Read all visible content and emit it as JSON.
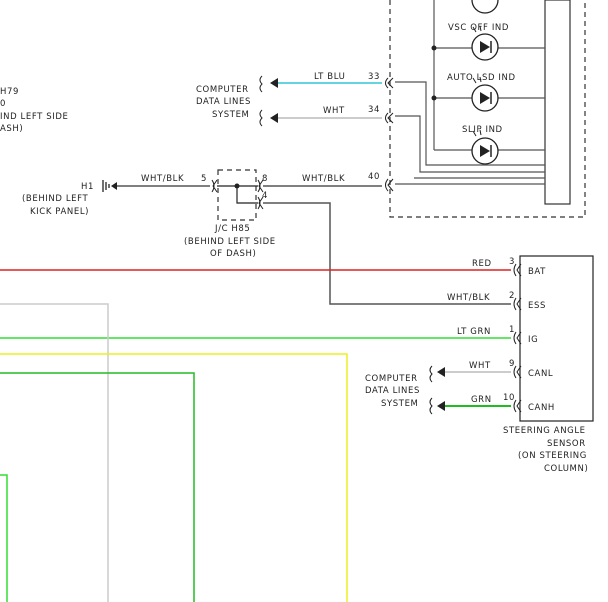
{
  "indicators": {
    "vsc_off": "VSC OFF IND",
    "auto_lsd": "AUTO LSD IND",
    "slip": "SLIP IND"
  },
  "left_partial": {
    "line1": "H79",
    "line2": "0",
    "line3": "IND LEFT SIDE",
    "line4": "ASH)"
  },
  "computer_data_top": {
    "line1": "COMPUTER",
    "line2": "DATA LINES",
    "line3": "SYSTEM"
  },
  "wires_top": [
    {
      "color_label": "LT BLU",
      "pin": "33",
      "color": "#33c6d6"
    },
    {
      "color_label": "WHT",
      "pin": "34",
      "color": "#bbbbbb"
    },
    {
      "color_label": "WHT/BLK",
      "pin": "40",
      "color": "#555555"
    }
  ],
  "ground_h1": {
    "label": "H1",
    "line2": "(BEHIND LEFT",
    "line3": "KICK PANEL)"
  },
  "wire_h1": {
    "color_label": "WHT/BLK",
    "pin_in": "5",
    "pin_out_top": "8",
    "pin_out_bottom": "4"
  },
  "jc": {
    "label": "J/C H85",
    "line2": "(BEHIND LEFT SIDE",
    "line3": "OF DASH)"
  },
  "sensor_pins": [
    {
      "wire": "RED",
      "pin": "3",
      "name": "BAT",
      "color": "#dd2222"
    },
    {
      "wire": "WHT/BLK",
      "pin": "2",
      "name": "ESS",
      "color": "#555555"
    },
    {
      "wire": "LT GRN",
      "pin": "1",
      "name": "IG",
      "color": "#33dd33"
    },
    {
      "wire": "WHT",
      "pin": "9",
      "name": "CANL",
      "color": "#bbbbbb"
    },
    {
      "wire": "GRN",
      "pin": "10",
      "name": "CANH",
      "color": "#22bb22"
    }
  ],
  "computer_data_bottom": {
    "line1": "COMPUTER",
    "line2": "DATA LINES",
    "line3": "SYSTEM"
  },
  "sensor": {
    "line1": "STEERING ANGLE",
    "line2": "SENSOR",
    "line3": "(ON STEERING",
    "line4": "COLUMN)"
  },
  "colors": {
    "red": "#dd2222",
    "lt_grn": "#33dd33",
    "grn": "#22bb22",
    "yellow": "#eeee22",
    "lt_blu": "#33c6d6",
    "wht": "#bbbbbb",
    "gray": "#cccccc"
  }
}
